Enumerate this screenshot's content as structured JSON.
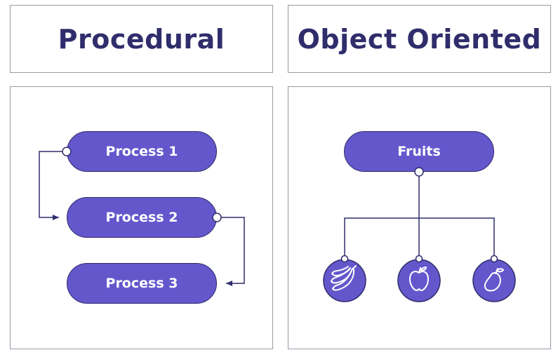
{
  "titles": {
    "left": "Procedural",
    "right": "Object Oriented"
  },
  "procedural": {
    "process_1": "Process 1",
    "process_2": "Process 2",
    "process_3": "Process 3"
  },
  "object_oriented": {
    "parent": "Fruits",
    "children": [
      "banana-icon",
      "apple-icon",
      "mango-icon"
    ]
  },
  "colors": {
    "node_fill": "#6457cc",
    "node_stroke": "#2f2d6b",
    "title_text": "#2f2d6b",
    "border": "#9a9aa8"
  }
}
